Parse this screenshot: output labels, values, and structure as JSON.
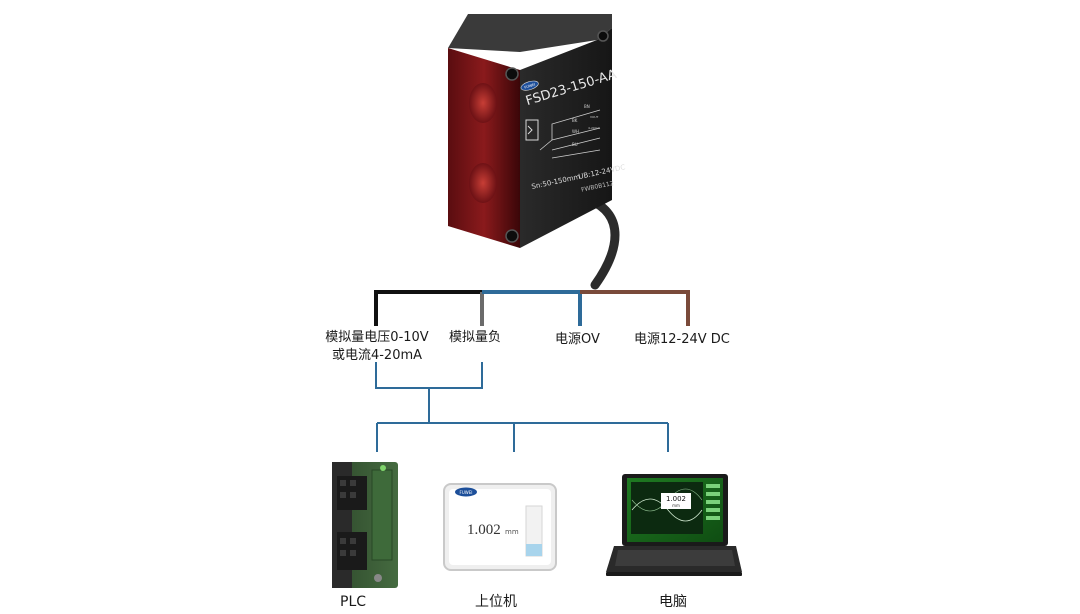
{
  "sensor": {
    "brand_mark": "FUWEI",
    "model": "FSD23-150-AA",
    "wiring": {
      "bn": "BN",
      "bk": "BK",
      "wh": "WH",
      "bu": "BU",
      "vout": "VOUT",
      "iout": "4-20mA"
    },
    "range": "Sn:50-150mm",
    "supply": "UB:12-24VDC",
    "serial": "FWB0B112"
  },
  "wire_labels": {
    "analog_out_line1": "模拟量电压0-10V",
    "analog_out_line2": "或电流4-20mA",
    "analog_neg": "模拟量负",
    "power_0v": "电源OV",
    "power_supply": "电源12-24V DC"
  },
  "wire_colors": {
    "black": "#111111",
    "gray": "#6b6b6b",
    "blue": "#2e6b99",
    "brown": "#7a4a3a",
    "connector": "#2e6b99"
  },
  "devices": {
    "plc_label": "PLC",
    "host_label": "上位机",
    "host_brand": "FUWEI",
    "host_reading_value": "1.002",
    "host_reading_unit": "mm",
    "pc_label": "电脑",
    "pc_reading_value": "1.002",
    "pc_reading_unit": "mm"
  }
}
